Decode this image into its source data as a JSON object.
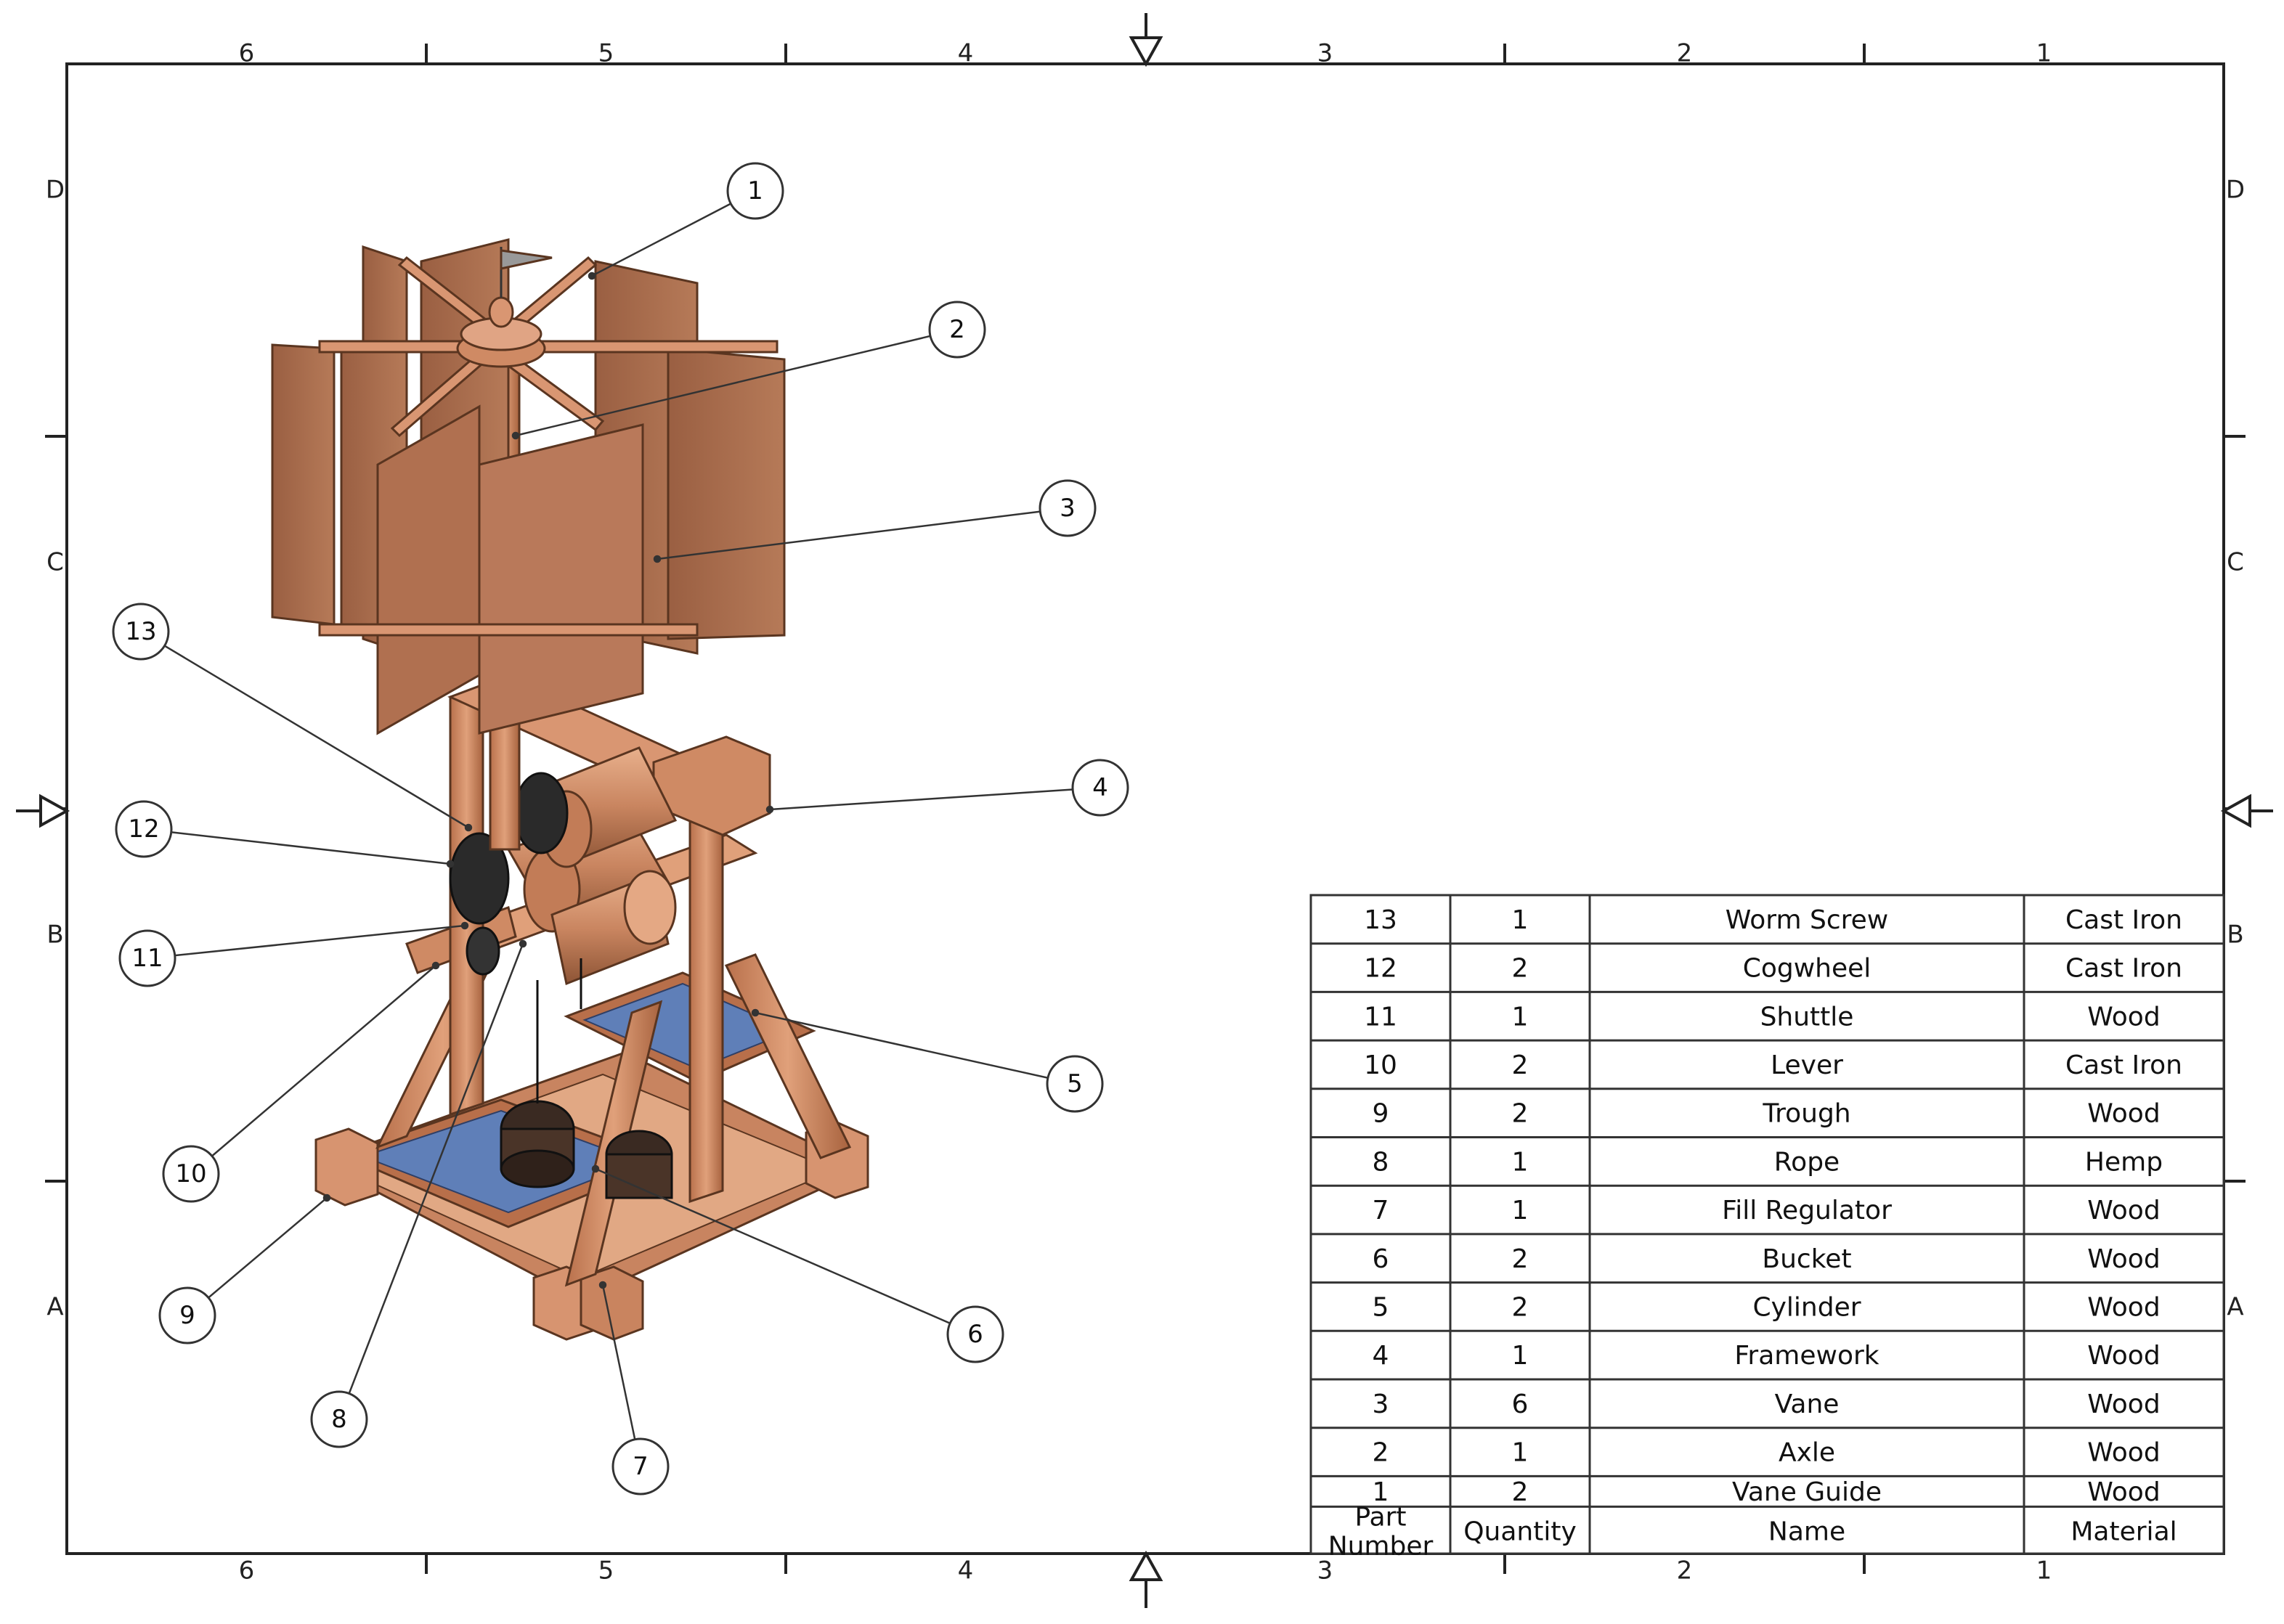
{
  "zones": {
    "columns": [
      "6",
      "5",
      "4",
      "3",
      "2",
      "1"
    ],
    "rows": [
      "D",
      "C",
      "B",
      "A"
    ]
  },
  "balloons": [
    "1",
    "2",
    "3",
    "4",
    "5",
    "6",
    "7",
    "8",
    "9",
    "10",
    "11",
    "12",
    "13"
  ],
  "bom": {
    "headers": {
      "part_number": "Part Number",
      "part_number_line1": "Part",
      "part_number_line2": "Number",
      "quantity": "Quantity",
      "name": "Name",
      "material": "Material"
    },
    "rows": [
      {
        "part": "13",
        "qty": "1",
        "name": "Worm Screw",
        "material": "Cast Iron"
      },
      {
        "part": "12",
        "qty": "2",
        "name": "Cogwheel",
        "material": "Cast Iron"
      },
      {
        "part": "11",
        "qty": "1",
        "name": "Shuttle",
        "material": "Wood"
      },
      {
        "part": "10",
        "qty": "2",
        "name": "Lever",
        "material": "Cast Iron"
      },
      {
        "part": "9",
        "qty": "2",
        "name": "Trough",
        "material": "Wood"
      },
      {
        "part": "8",
        "qty": "1",
        "name": "Rope",
        "material": "Hemp"
      },
      {
        "part": "7",
        "qty": "1",
        "name": "Fill Regulator",
        "material": "Wood"
      },
      {
        "part": "6",
        "qty": "2",
        "name": "Bucket",
        "material": "Wood"
      },
      {
        "part": "5",
        "qty": "2",
        "name": "Cylinder",
        "material": "Wood"
      },
      {
        "part": "4",
        "qty": "1",
        "name": "Framework",
        "material": "Wood"
      },
      {
        "part": "3",
        "qty": "6",
        "name": "Vane",
        "material": "Wood"
      },
      {
        "part": "2",
        "qty": "1",
        "name": "Axle",
        "material": "Wood"
      },
      {
        "part": "1",
        "qty": "2",
        "name": "Vane Guide",
        "material": "Wood"
      }
    ]
  },
  "colors": {
    "wood_light": "#d9906a",
    "wood_mid": "#b36f4b",
    "wood_dark": "#7a4a30",
    "vane": "#a8694a",
    "water": "#5f7fb8",
    "iron": "#2a2a2a",
    "line": "#222222"
  }
}
